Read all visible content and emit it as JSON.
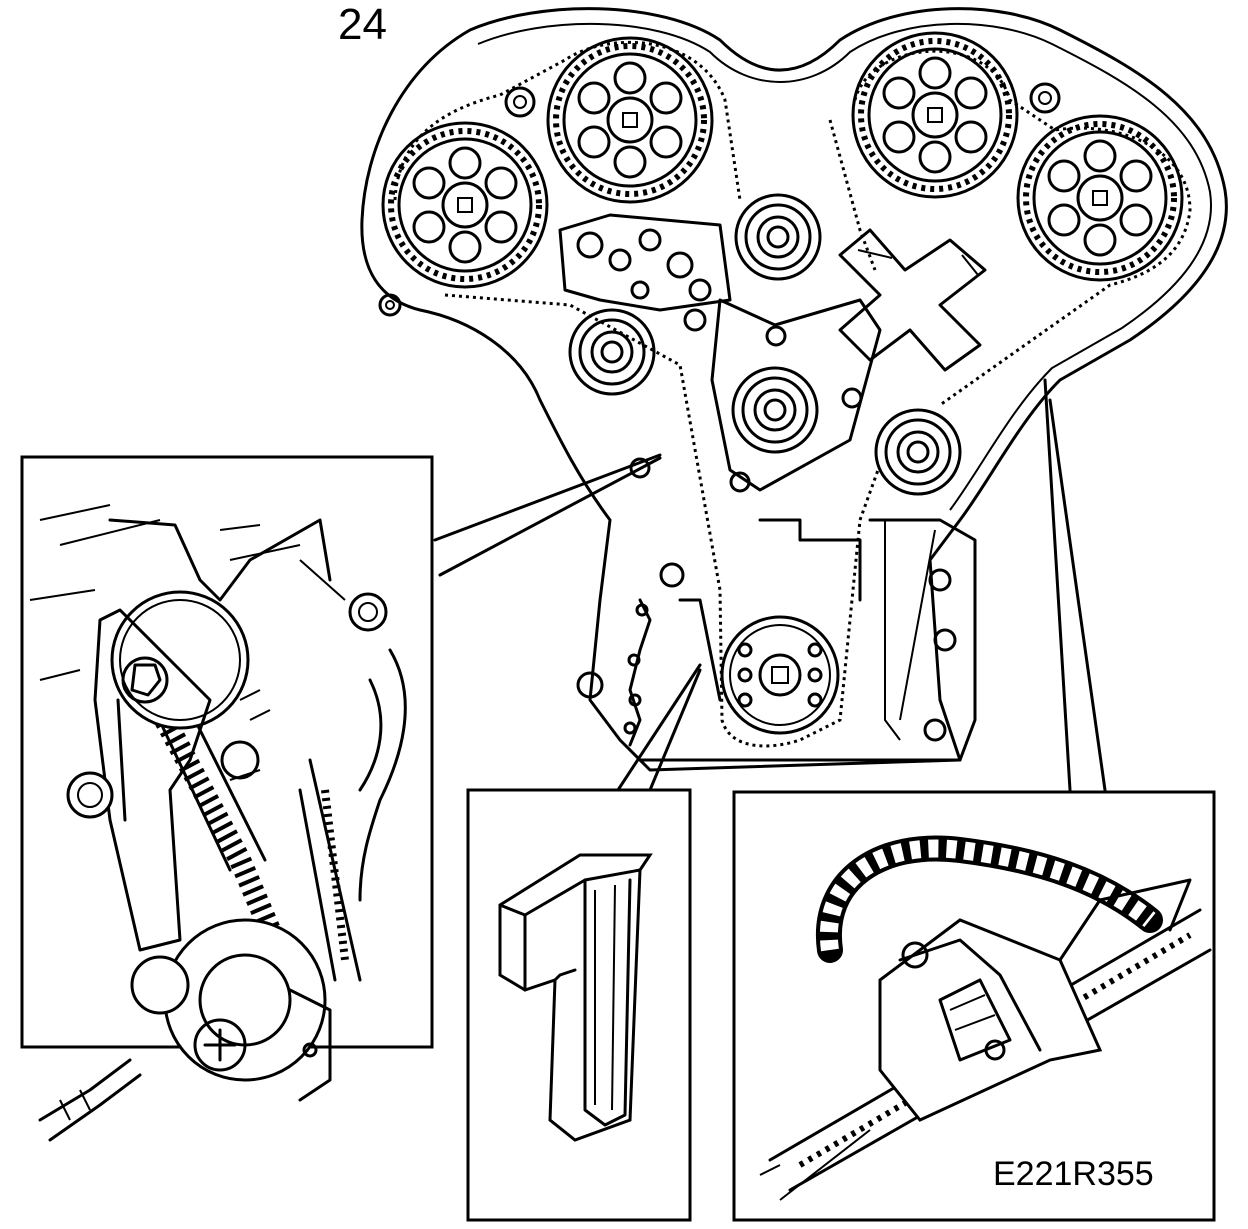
{
  "figure": {
    "step_number": "24",
    "figure_code": "E221R355"
  },
  "icons": {
    "engine_diagram": "timing-belt-engine-front-view",
    "tensioner_detail": "belt-tensioner-closeup",
    "marker_one": "numeral-one-block-marker",
    "belt_detail": "toothed-belt-tool-closeup"
  }
}
